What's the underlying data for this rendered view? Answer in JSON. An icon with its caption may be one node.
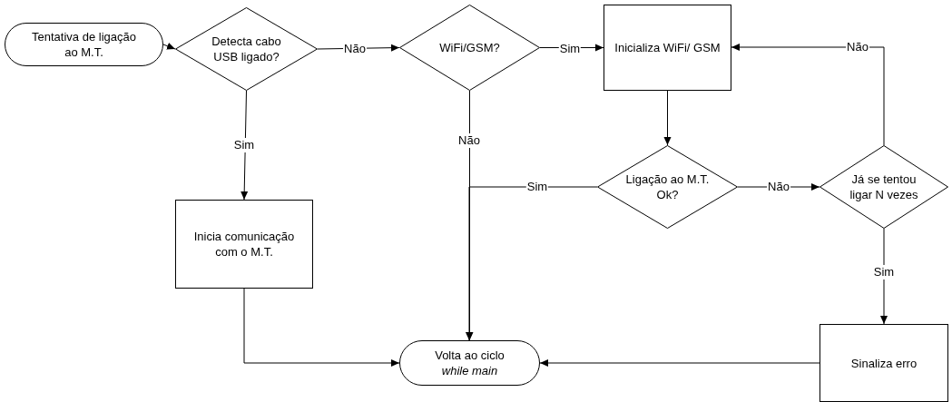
{
  "diagram": {
    "nodes": [
      {
        "text": [
          "Tentativa de ligação ao M.T."
        ]
      },
      {
        "text": [
          "Detecta cabo USB ligado?"
        ]
      },
      {
        "text": [
          "WiFi/GSM?"
        ]
      },
      {
        "text": [
          "Inicializa WiFi/ GSM"
        ]
      },
      {
        "text": [
          "Inicia comunicação com o M.T."
        ]
      },
      {
        "text": [
          "Ligação ao M.T. Ok?"
        ]
      },
      {
        "text": [
          "Já se tentou ligar N vezes"
        ]
      },
      {
        "text": [
          "Volta ao ciclo *while main*"
        ]
      },
      {
        "text": [
          "Sinaliza erro"
        ]
      }
    ],
    "edges": [
      {
        "from": 0,
        "to": 1,
        "arrow": "to"
      },
      {
        "from": 1,
        "to": 2,
        "arrow": "to",
        "label": "Não"
      },
      {
        "from": 2,
        "to": 3,
        "arrow": "to",
        "label": "Sim"
      },
      {
        "from": 1,
        "to": 4,
        "arrow": "to",
        "label": "Sim"
      },
      {
        "from": 3,
        "to": 5,
        "arrow": "to"
      },
      {
        "from": 5,
        "to": 6,
        "arrow": "to",
        "label": "Não"
      },
      {
        "from": 6,
        "to": 3,
        "arrow": "to",
        "label": "Não"
      },
      {
        "from": 6,
        "to": 8,
        "arrow": "to",
        "label": "Sim"
      },
      {
        "from": 2,
        "to": 7,
        "arrow": "to",
        "label": "Não"
      },
      {
        "from": 5,
        "to": 7,
        "arrow": "to",
        "label": "Sim"
      },
      {
        "from": 4,
        "to": 7,
        "arrow": "to"
      },
      {
        "from": 8,
        "to": 7,
        "arrow": "to"
      }
    ]
  }
}
